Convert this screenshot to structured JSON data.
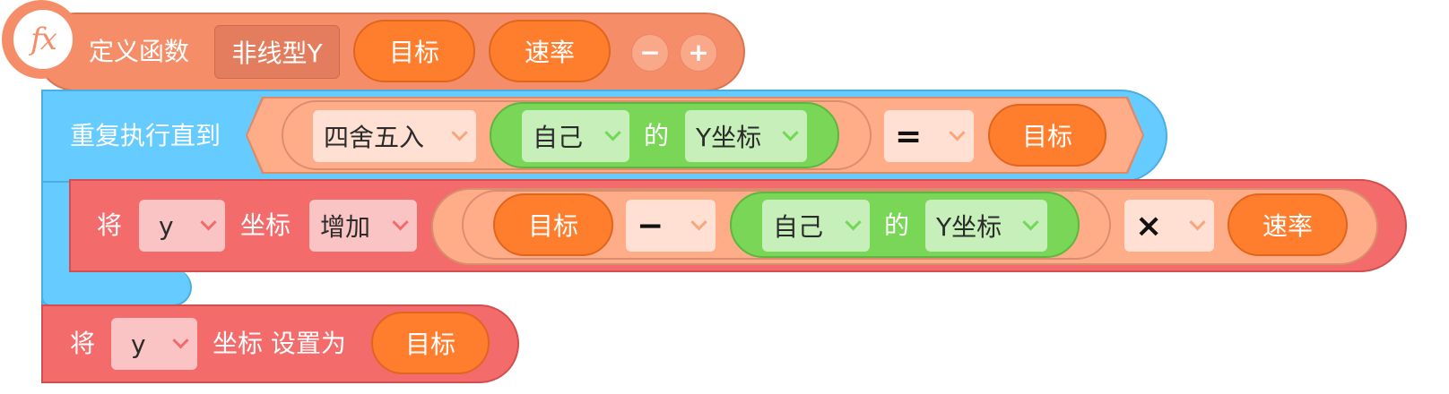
{
  "define": {
    "icon_text": "fx",
    "label": "定义函数",
    "function_name": "非线型Y",
    "params": [
      "目标",
      "速率"
    ],
    "minus": "−",
    "plus": "+"
  },
  "repeat": {
    "label": "重复执行直到",
    "round_op": "四舍五入",
    "self": "自己",
    "of": "的",
    "property": "Y坐标",
    "compare_op": "=",
    "target": "目标"
  },
  "change": {
    "prefix": "将",
    "axis": "y",
    "coord_label": "坐标",
    "action": "增加",
    "target": "目标",
    "minus_op": "−",
    "self": "自己",
    "of": "的",
    "property": "Y坐标",
    "mult_op": "×",
    "rate": "速率"
  },
  "set": {
    "prefix": "将",
    "axis": "y",
    "label": "坐标 设置为",
    "target": "目标"
  },
  "colors": {
    "function": "#f58e68",
    "control": "#66ccff",
    "motion": "#f36b6b",
    "operator": "#ffad88",
    "sensing": "#7ad657",
    "param": "#fe7e2e"
  }
}
